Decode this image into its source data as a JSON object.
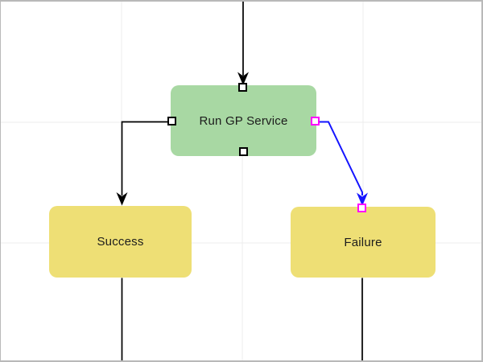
{
  "canvas": {
    "background": "#ffffff",
    "border_color": "#b9b9b9",
    "gridline_color": "#ececec"
  },
  "nodes": {
    "run_gp_service": {
      "label": "Run GP Service",
      "fill": "#a8d8a3"
    },
    "success": {
      "label": "Success",
      "fill": "#eedf75"
    },
    "failure": {
      "label": "Failure",
      "fill": "#eedf75"
    }
  },
  "connectors": {
    "default_color": "#000000",
    "selected_color": "#1414ff"
  },
  "selection": {
    "accent_color": "#ff00ff",
    "port_fill": "#ffffff",
    "port_border_color": "#000000"
  },
  "text_color": "#1c1c1c"
}
